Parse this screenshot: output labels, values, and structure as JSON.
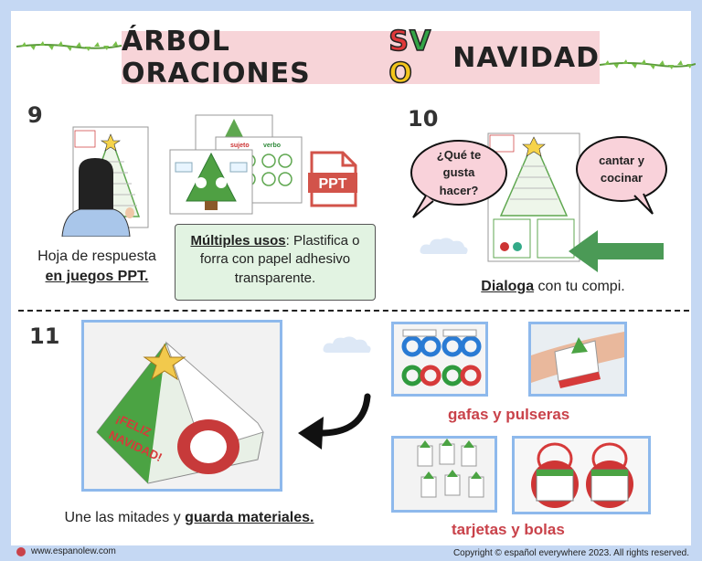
{
  "title": {
    "part1": "ÁRBOL ORACIONES",
    "s": "S",
    "v": "V",
    "o": "O",
    "part2": "NAVIDAD",
    "colors": {
      "s": "#e0383a",
      "v": "#34a446",
      "o": "#f3c51b"
    }
  },
  "section9": {
    "number": "9",
    "caption_line1": "Hoja de respuesta",
    "caption_bold": "en juegos PPT.",
    "ppt_label": "PPT",
    "sheet_labels": {
      "sujeto": "sujeto",
      "verbo": "verbo"
    },
    "box_bold": "Múltiples usos",
    "box_text": ": Plastifica o forra con papel adhesivo transparente."
  },
  "section10": {
    "number": "10",
    "bubble_left": "¿Qué te gusta hacer?",
    "bubble_right": "cantar y cocinar",
    "caption_bold": "Dialoga",
    "caption_rest": " con tu compi."
  },
  "section11": {
    "number": "11",
    "caption_rest": "Une las mitades y ",
    "caption_bold": "guarda materiales.",
    "box_text_line1": "¡FELIZ",
    "box_text_line2": "NAVIDAD!",
    "label_glasses": "gafas y pulseras",
    "label_cards": "tarjetas y bolas"
  },
  "footer": {
    "site": "www.espanolew.com",
    "copyright": "Copyright © español everywhere 2023. All rights reserved."
  },
  "colors": {
    "background": "#c5d8f3",
    "title_bg": "#f7d4d8",
    "box_green": "#e2f3e2",
    "bubble": "#f9d2da",
    "accent_red": "#c9424a",
    "arrow_green": "#4b9a56",
    "photo_border": "#8eb9ec"
  }
}
